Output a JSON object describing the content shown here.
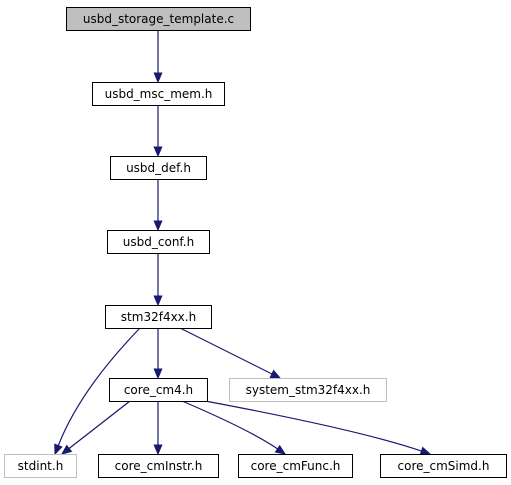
{
  "colors": {
    "edge": "#191970",
    "node_border": "#000000",
    "external_border": "#bfbfbf",
    "root_fill": "#bfbfbf",
    "background": "#ffffff"
  },
  "nodes": [
    {
      "id": "usbd_storage_template_c",
      "label": "usbd_storage_template.c",
      "kind": "root"
    },
    {
      "id": "usbd_msc_mem_h",
      "label": "usbd_msc_mem.h",
      "kind": "normal"
    },
    {
      "id": "usbd_def_h",
      "label": "usbd_def.h",
      "kind": "normal"
    },
    {
      "id": "usbd_conf_h",
      "label": "usbd_conf.h",
      "kind": "normal"
    },
    {
      "id": "stm32f4xx_h",
      "label": "stm32f4xx.h",
      "kind": "normal"
    },
    {
      "id": "core_cm4_h",
      "label": "core_cm4.h",
      "kind": "normal"
    },
    {
      "id": "system_stm32f4xx_h",
      "label": "system_stm32f4xx.h",
      "kind": "external"
    },
    {
      "id": "stdint_h",
      "label": "stdint.h",
      "kind": "external"
    },
    {
      "id": "core_cmInstr_h",
      "label": "core_cmInstr.h",
      "kind": "normal"
    },
    {
      "id": "core_cmFunc_h",
      "label": "core_cmFunc.h",
      "kind": "normal"
    },
    {
      "id": "core_cmSimd_h",
      "label": "core_cmSimd.h",
      "kind": "normal"
    }
  ],
  "edges": [
    {
      "from": "usbd_storage_template_c",
      "to": "usbd_msc_mem_h"
    },
    {
      "from": "usbd_msc_mem_h",
      "to": "usbd_def_h"
    },
    {
      "from": "usbd_def_h",
      "to": "usbd_conf_h"
    },
    {
      "from": "usbd_conf_h",
      "to": "stm32f4xx_h"
    },
    {
      "from": "stm32f4xx_h",
      "to": "stdint_h"
    },
    {
      "from": "stm32f4xx_h",
      "to": "core_cm4_h"
    },
    {
      "from": "stm32f4xx_h",
      "to": "system_stm32f4xx_h"
    },
    {
      "from": "core_cm4_h",
      "to": "stdint_h"
    },
    {
      "from": "core_cm4_h",
      "to": "core_cmInstr_h"
    },
    {
      "from": "core_cm4_h",
      "to": "core_cmFunc_h"
    },
    {
      "from": "core_cm4_h",
      "to": "core_cmSimd_h"
    }
  ]
}
